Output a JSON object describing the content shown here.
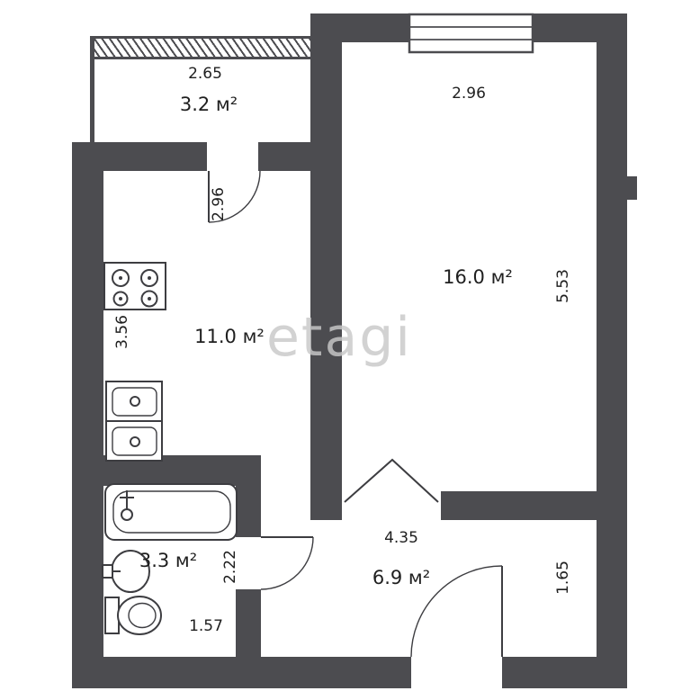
{
  "watermark": "etagi",
  "colors": {
    "wall": "#4c4c50",
    "line": "#3d3d41",
    "label": "#1f1f1f",
    "watermark": "#c9c9c9"
  },
  "rooms": {
    "balcony": {
      "area": "3.2 м²",
      "width": "2.65"
    },
    "living": {
      "area": "16.0 м²",
      "width": "2.96",
      "depth": "5.53"
    },
    "kitchen": {
      "area": "11.0 м²",
      "entry_width": "2.96",
      "depth": "3.56"
    },
    "bathroom": {
      "area": "3.3 м²",
      "depth": "2.22",
      "width": "1.57"
    },
    "hallway": {
      "area": "6.9 м²",
      "width": "4.35",
      "depth": "1.65"
    }
  },
  "fixtures": [
    "stove",
    "double-sink",
    "bathtub",
    "washbasin",
    "toilet"
  ]
}
